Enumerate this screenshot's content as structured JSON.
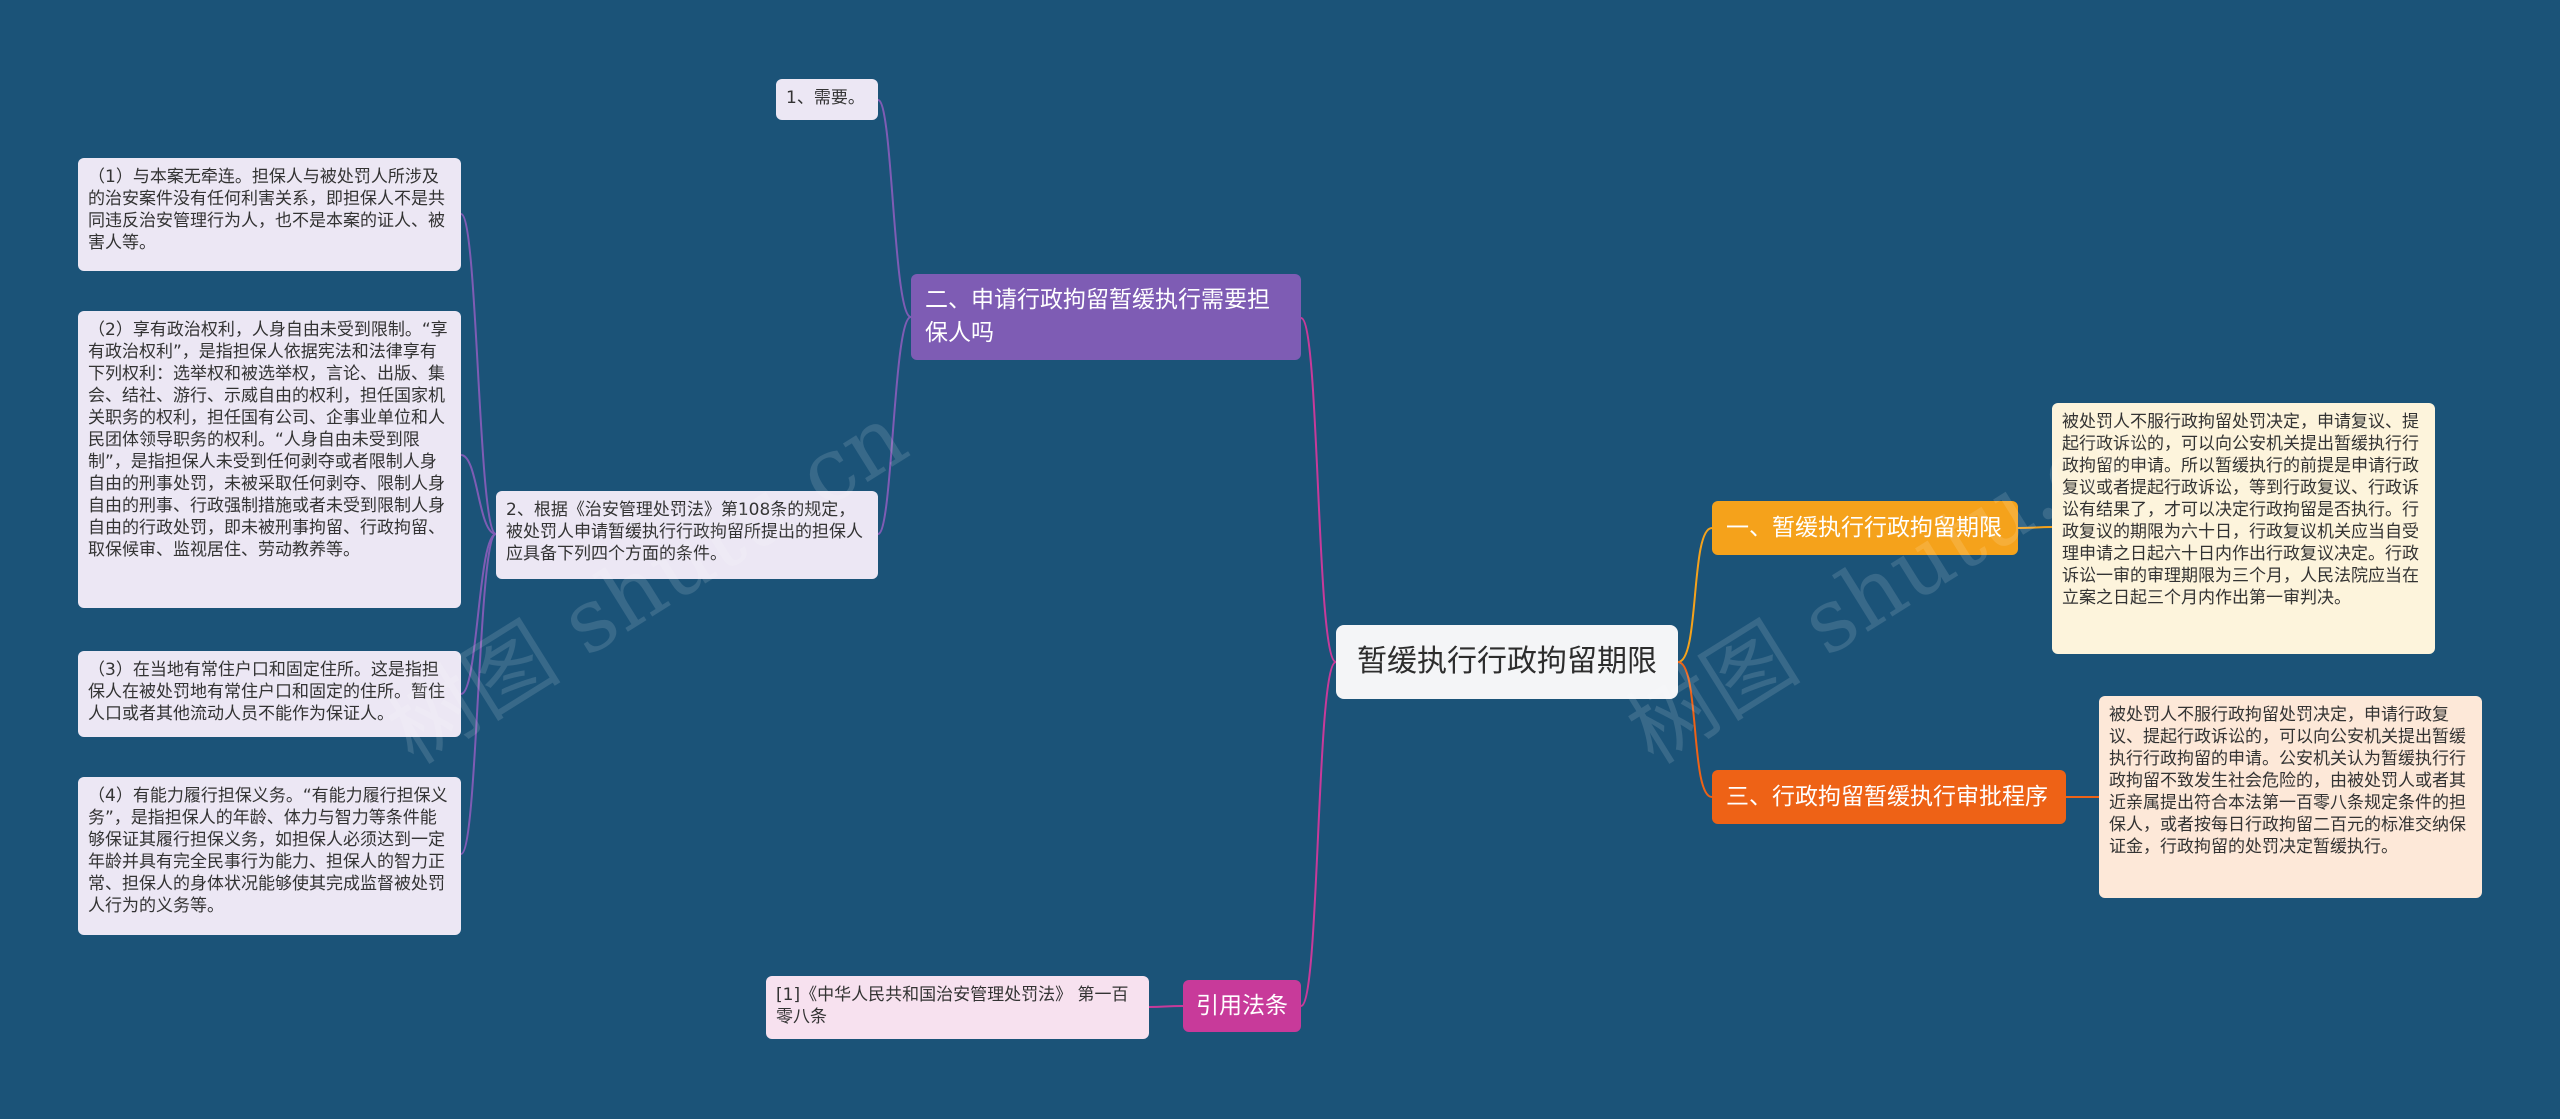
{
  "root": {
    "label": "暂缓执行行政拘留期限"
  },
  "branches": [
    {
      "label": "二、申请行政拘留暂缓执行需要担保人吗",
      "color": "#7e5cb4",
      "children": [
        {
          "text": "1、需要。"
        },
        {
          "text": "2、根据《治安管理处罚法》第108条的规定，被处罚人申请暂缓执行行政拘留所提出的担保人应具备下列四个方面的条件。",
          "children": [
            {
              "text": "（1）与本案无牵连。担保人与被处罚人所涉及的治安案件没有任何利害关系，即担保人不是共同违反治安管理行为人，也不是本案的证人、被害人等。"
            },
            {
              "text": "（2）享有政治权利，人身自由未受到限制。“享有政治权利”，是指担保人依据宪法和法律享有下列权利：选举权和被选举权，言论、出版、集会、结社、游行、示威自由的权利，担任国家机关职务的权利，担任国有公司、企事业单位和人民团体领导职务的权利。“人身自由未受到限制”，是指担保人未受到任何剥夺或者限制人身自由的刑事处罚，未被采取任何剥夺、限制人身自由的刑事、行政强制措施或者未受到限制人身自由的行政处罚，即未被刑事拘留、行政拘留、取保候审、监视居住、劳动教养等。"
            },
            {
              "text": "（3）在当地有常住户口和固定住所。这是指担保人在被处罚地有常住户口和固定的住所。暂住人口或者其他流动人员不能作为保证人。"
            },
            {
              "text": "（4）有能力履行担保义务。“有能力履行担保义务”，是指担保人的年龄、体力与智力等条件能够保证其履行担保义务，如担保人必须达到一定年龄并具有完全民事行为能力、担保人的智力正常、担保人的身体状况能够使其完成监督被处罚人行为的义务等。"
            }
          ]
        }
      ]
    },
    {
      "label": "一、暂缓执行行政拘留期限",
      "color": "#f5a21b",
      "children": [
        {
          "text": "被处罚人不服行政拘留处罚决定，申请复议、提起行政诉讼的，可以向公安机关提出暂缓执行行政拘留的申请。所以暂缓执行的前提是申请行政复议或者提起行政诉讼，等到行政复议、行政诉讼有结果了，才可以决定行政拘留是否执行。行政复议的期限为六十日，行政复议机关应当自受理申请之日起六十日内作出行政复议决定。行政诉讼一审的审理期限为三个月，人民法院应当在立案之日起三个月内作出第一审判决。"
        }
      ]
    },
    {
      "label": "三、行政拘留暂缓执行审批程序",
      "color": "#ee6216",
      "children": [
        {
          "text": "被处罚人不服行政拘留处罚决定，申请行政复议、提起行政诉讼的，可以向公安机关提出暂缓执行行政拘留的申请。公安机关认为暂缓执行行政拘留不致发生社会危险的，由被处罚人或者其近亲属提出符合本法第一百零八条规定条件的担保人，或者按每日行政拘留二百元的标准交纳保证金，行政拘留的处罚决定暂缓执行。"
        }
      ]
    },
    {
      "label": "引用法条",
      "color": "#c83a9a",
      "children": [
        {
          "text": "[1]《中华人民共和国治安管理处罚法》 第一百零八条"
        }
      ]
    }
  ],
  "watermark": {
    "text": "树图 shutu.cn"
  },
  "colors": {
    "background": "#1b5378",
    "purple": "#7e5cb4",
    "yellow": "#f5a21b",
    "orange": "#ee6216",
    "pink": "#c83a9a"
  }
}
